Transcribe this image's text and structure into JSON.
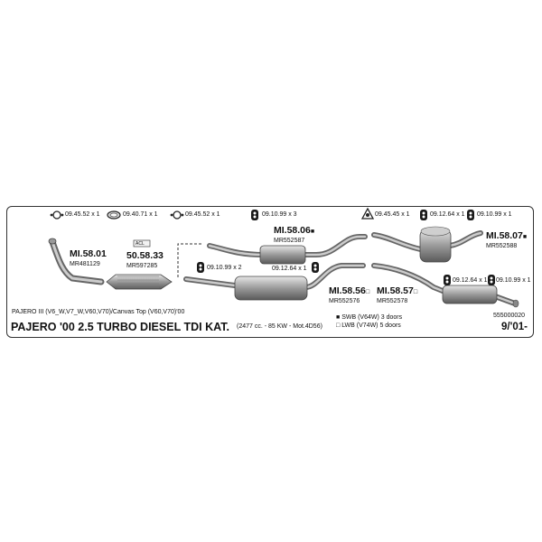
{
  "hardware": [
    {
      "code": "09.45.52",
      "qty": "x 1",
      "icon": "round-ring-hanger-icon"
    },
    {
      "code": "09.40.71",
      "qty": "x 1",
      "icon": "oval-ring-icon"
    },
    {
      "code": "09.45.52",
      "qty": "x 1",
      "icon": "round-ring-hanger-icon"
    },
    {
      "code": "09.10.99",
      "qty": "x 3",
      "icon": "rubber-hanger-icon"
    },
    {
      "code": "09.45.45",
      "qty": "x 1",
      "icon": "triangular-gasket-icon"
    },
    {
      "code": "09.12.64",
      "qty": "x 1",
      "icon": "rubber-hanger-icon"
    },
    {
      "code": "09.10.99",
      "qty": "x 1",
      "icon": "rubber-hanger-icon"
    }
  ],
  "parts": {
    "front_pipe": {
      "code": "MI.58.01",
      "oe": "MR481129"
    },
    "catalyst": {
      "code": "50.58.33",
      "oe": "MR597285",
      "tag": "ACL"
    },
    "middle_short": {
      "code": "MI.58.06",
      "marker": "■",
      "oe": "MR552587"
    },
    "middle_long": {
      "code": "MI.58.56",
      "marker": "□",
      "oe": "MR552576"
    },
    "rear_long": {
      "code": "MI.58.57",
      "marker": "□",
      "oe": "MR552578"
    },
    "rear_short": {
      "code": "MI.58.07",
      "marker": "■",
      "oe": "MR552588"
    }
  },
  "inline_hardware": {
    "a": {
      "code": "09.10.99",
      "qty": "x 2"
    },
    "b": {
      "code": "09.12.64",
      "qty": "x 1"
    },
    "c": {
      "code": "09.12.64",
      "qty": "x 1"
    },
    "d": {
      "code": "09.10.99",
      "qty": "x 1"
    }
  },
  "vehicle_line": "PAJERO III (V6_W,V7_W,V60,V70)/Canvas Top (V60,V70)'00",
  "title": "PAJERO '00  2.5 TURBO DIESEL TDI KAT.",
  "specs": "(2477 cc. - 85 KW - Mot.4D56)",
  "legend": [
    {
      "marker": "■",
      "text": "SWB (V64W) 3 doors"
    },
    {
      "marker": "□",
      "text": "LWB (V74W) 5 doors"
    }
  ],
  "catalog_no": "555000020",
  "date": "9/'01-"
}
